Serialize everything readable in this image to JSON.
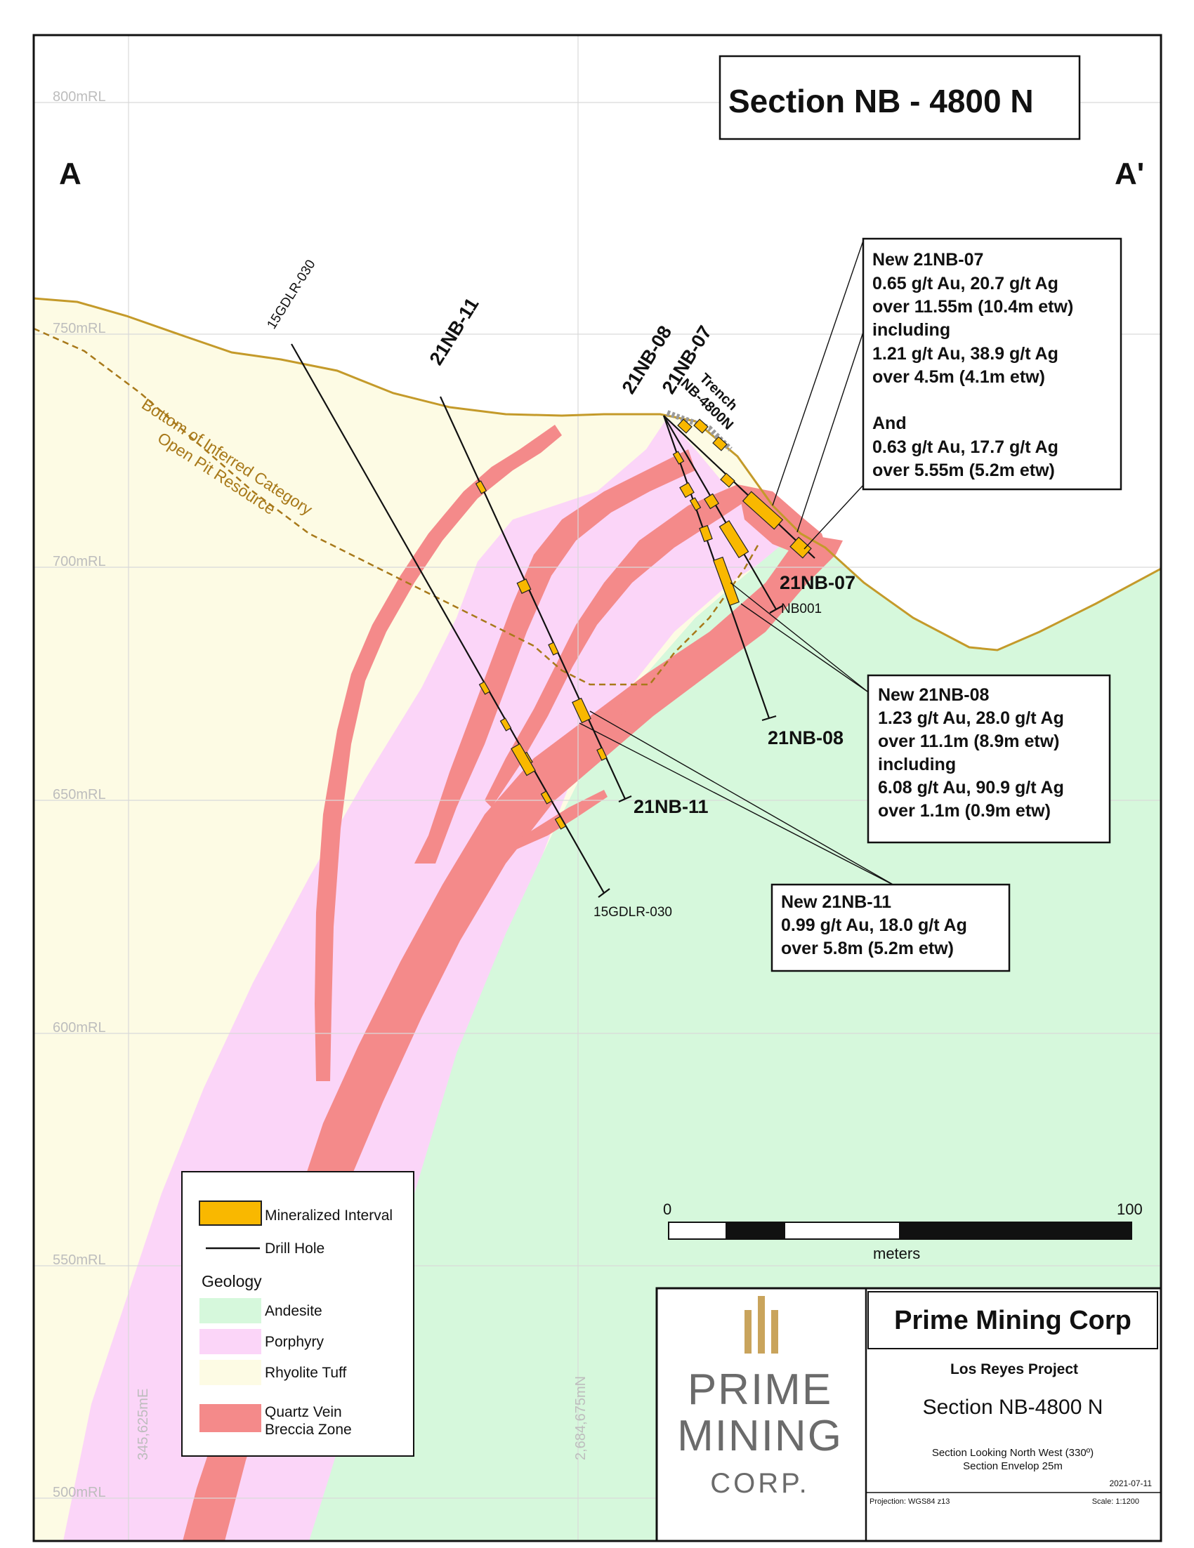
{
  "title": "Section NB - 4800 N",
  "section_ends": {
    "left": "A",
    "right": "A'"
  },
  "elevation_labels": [
    "800mRL",
    "750mRL",
    "700mRL",
    "650mRL",
    "600mRL",
    "550mRL",
    "500mRL"
  ],
  "grid_labels": {
    "easting": "345,625mE",
    "northing": "2,684,675mN"
  },
  "pit_label": {
    "line1": "Bottom of Inferred Category",
    "line2": "Open Pit Resource"
  },
  "holes": {
    "h15gdlr030_top": "15GDLR-030",
    "h15gdlr030_bottom": "15GDLR-030",
    "h21nb11_top": "21NB-11",
    "h21nb11_bottom": "21NB-11",
    "h21nb08_top": "21NB-08",
    "h21nb08_bottom": "21NB-08",
    "h21nb07_top": "21NB-07",
    "h21nb07_bottom": "21NB-07",
    "nb001": "NB001",
    "trench_line1": "Trench",
    "trench_line2": "NB-4800N"
  },
  "callouts": {
    "nb07": [
      "New 21NB-07",
      "0.65 g/t Au, 20.7 g/t Ag",
      "over 11.55m (10.4m etw)",
      "including",
      "1.21 g/t Au, 38.9 g/t Ag",
      "over 4.5m (4.1m etw)",
      "And",
      "0.63 g/t Au, 17.7 g/t Ag",
      "over 5.55m (5.2m etw)"
    ],
    "nb08": [
      "New 21NB-08",
      "1.23 g/t Au, 28.0 g/t Ag",
      "over 11.1m (8.9m etw)",
      "including",
      "6.08 g/t Au, 90.9 g/t Ag",
      "over 1.1m (0.9m etw)"
    ],
    "nb11": [
      "New 21NB-11",
      "0.99 g/t Au, 18.0 g/t Ag",
      "over 5.8m (5.2m etw)"
    ]
  },
  "scale_bar": {
    "start": "0",
    "end": "100",
    "unit": "meters"
  },
  "legend": {
    "mineralized": "Mineralized Interval",
    "drill_hole": "Drill Hole",
    "geology_heading": "Geology",
    "andesite": "Andesite",
    "porphyry": "Porphyry",
    "rhyolite": "Rhyolite Tuff",
    "qv_line1": "Quartz Vein",
    "qv_line2": "Breccia Zone"
  },
  "colors": {
    "andesite": "#d6f8dc",
    "porphyry": "#fbd5f8",
    "rhyolite": "#fdfbe4",
    "quartz_vein": "#f48a8a",
    "mineralized": "#f9b800",
    "topography": "#c49a2a",
    "pit_line": "#a8791a"
  },
  "title_block": {
    "logo_line1": "PRIME",
    "logo_line2": "MINING",
    "logo_line3": "CORP.",
    "company": "Prime Mining Corp",
    "project": "Los Reyes Project",
    "section": "Section NB-4800 N",
    "looking": "Section Looking North West (330º)",
    "envelope": "Section Envelop 25m",
    "date": "2021-07-11",
    "projection": "Projection: WGS84 z13",
    "scale": "Scale: 1:1200"
  }
}
